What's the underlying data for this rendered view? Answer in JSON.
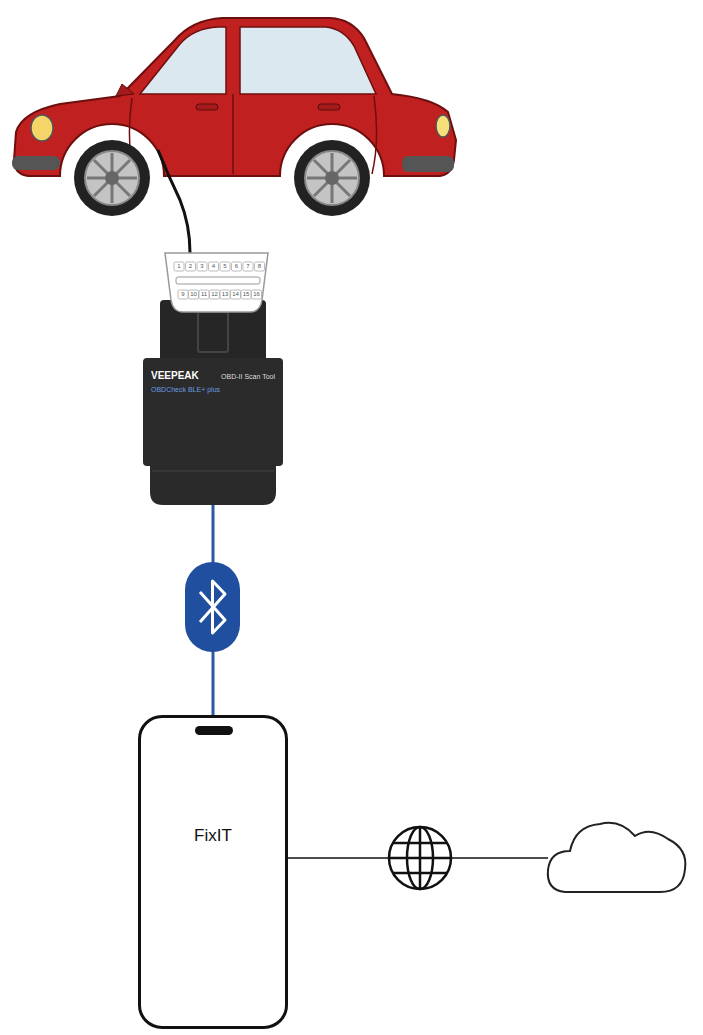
{
  "diagram": {
    "nodes": [
      {
        "text": [
          "VEEPEAK",
          "OBD-II Scan Tool",
          "OBDCheck BLE+ plus"
        ]
      },
      {
        "text": [
          "FixIT"
        ]
      }
    ],
    "edges": [
      {
        "from": 0,
        "to": 1,
        "arrow": "none"
      }
    ],
    "labels": [
      "1",
      "2",
      "3",
      "4",
      "5",
      "6",
      "7",
      "8",
      "9",
      "10",
      "11",
      "12",
      "13",
      "14",
      "15",
      "16"
    ]
  }
}
